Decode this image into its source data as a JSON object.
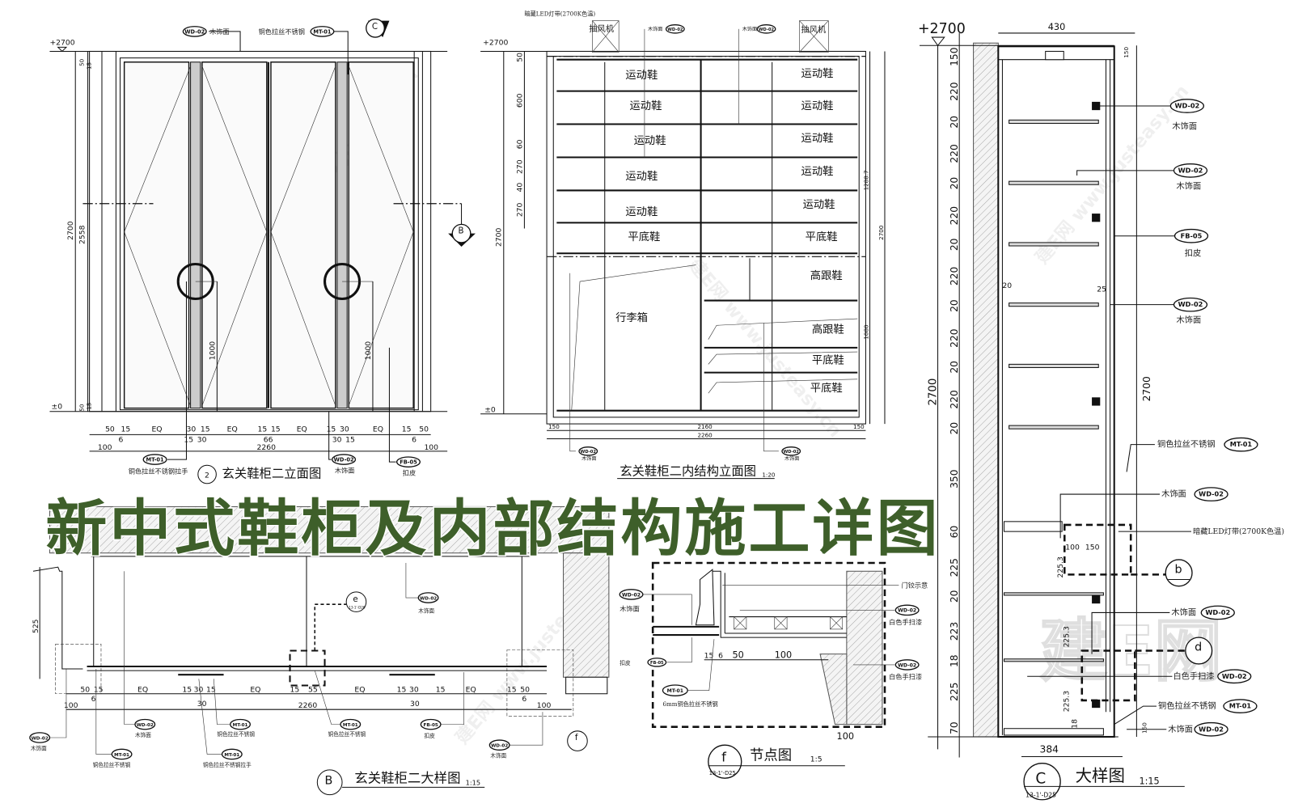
{
  "title": "新中式鞋柜及内部结构施工详图",
  "watermark": [
    "建E网 www.justeasy.cn",
    "建E网"
  ],
  "materials": {
    "wd02": "WD-02",
    "mt01": "MT-01",
    "fb05": "FB-05",
    "wood": "木饰面",
    "steel": "铜色拉丝不锈钢",
    "steel_handle": "铜色拉丝不锈钢拉手",
    "leather": "扣皮",
    "paint": "白色手扫漆",
    "led": "暗藏LED灯带(2700K色温)",
    "hinge": "门铰示意",
    "steel6": "6mm铜色拉丝不锈钢",
    "fan": "抽风机"
  },
  "elevation": {
    "title": "玄关鞋柜二立面图",
    "marker": "2",
    "levels": [
      "+2700",
      "±0"
    ],
    "section_markers": [
      "C",
      "B"
    ],
    "vertical_dims": [
      "2700",
      "2558",
      "6",
      "50",
      "15",
      "6",
      "50",
      "15",
      "1000",
      "1000"
    ],
    "dims_row1": [
      "50",
      "15",
      "EQ",
      "30",
      "15",
      "EQ",
      "15",
      "15",
      "EQ",
      "15",
      "30",
      "EQ",
      "15",
      "50"
    ],
    "dims_row2": [
      "6",
      "15",
      "30",
      "66",
      "30",
      "15",
      "6"
    ],
    "dims_row3": [
      "100",
      "2260",
      "100"
    ]
  },
  "interior": {
    "title": "玄关鞋柜二内结构立面图",
    "scale": "1:20",
    "levels": [
      "+2700",
      "±0"
    ],
    "left_dims": [
      "50",
      "600",
      "60",
      "270",
      "40",
      "270",
      "2700"
    ],
    "left_column": [
      "运动鞋",
      "运动鞋",
      "运动鞋",
      "运动鞋",
      "运动鞋",
      "平底鞋"
    ],
    "right_column": [
      "运动鞋",
      "运动鞋",
      "运动鞋",
      "运动鞋",
      "运动鞋",
      "平底鞋"
    ],
    "lower_right": [
      "高跟鞋",
      "高跟鞋",
      "平底鞋",
      "平底鞋"
    ],
    "luggage": "行李箱",
    "bottom_dims": [
      "150",
      "2160",
      "150",
      "2260"
    ],
    "right_dims": [
      "1288.7",
      "2700",
      "1080"
    ]
  },
  "section_c": {
    "title": "大样图",
    "marker": "C",
    "ref": "13-1'-D25",
    "scale": "1:15",
    "level": "+2700",
    "left_dims": [
      "150",
      "220",
      "20",
      "220",
      "20",
      "220",
      "20",
      "220",
      "20",
      "220",
      "20",
      "220",
      "20",
      "350",
      "60",
      "225",
      "20",
      "223",
      "18",
      "225",
      "70"
    ],
    "total": "2700",
    "top_width": "430",
    "bottom_width": "384",
    "misc_dims": [
      "150",
      "20",
      "25",
      "100",
      "150",
      "225.3",
      "225.3",
      "225.3",
      "18",
      "150"
    ],
    "detail_markers": [
      "b",
      "d"
    ]
  },
  "plan_b": {
    "title": "玄关鞋柜二大样图",
    "marker": "B",
    "scale": "1:15",
    "side_dim": "525",
    "dims_row1": [
      "50",
      "15",
      "EQ",
      "15",
      "30",
      "15",
      "EQ",
      "15",
      "55",
      "EQ",
      "15",
      "30",
      "15",
      "EQ",
      "15",
      "50"
    ],
    "dims_row2": [
      "100",
      "6",
      "30",
      "2260",
      "30",
      "6",
      "100"
    ],
    "detail_markers": [
      "e",
      "f"
    ],
    "detail_ref": "13-1'-D26"
  },
  "node_f": {
    "title": "节点图",
    "marker": "f",
    "ref": "13-1'-D25",
    "scale": "1:5",
    "dims": [
      "15",
      "6",
      "50",
      "100",
      "100"
    ]
  }
}
